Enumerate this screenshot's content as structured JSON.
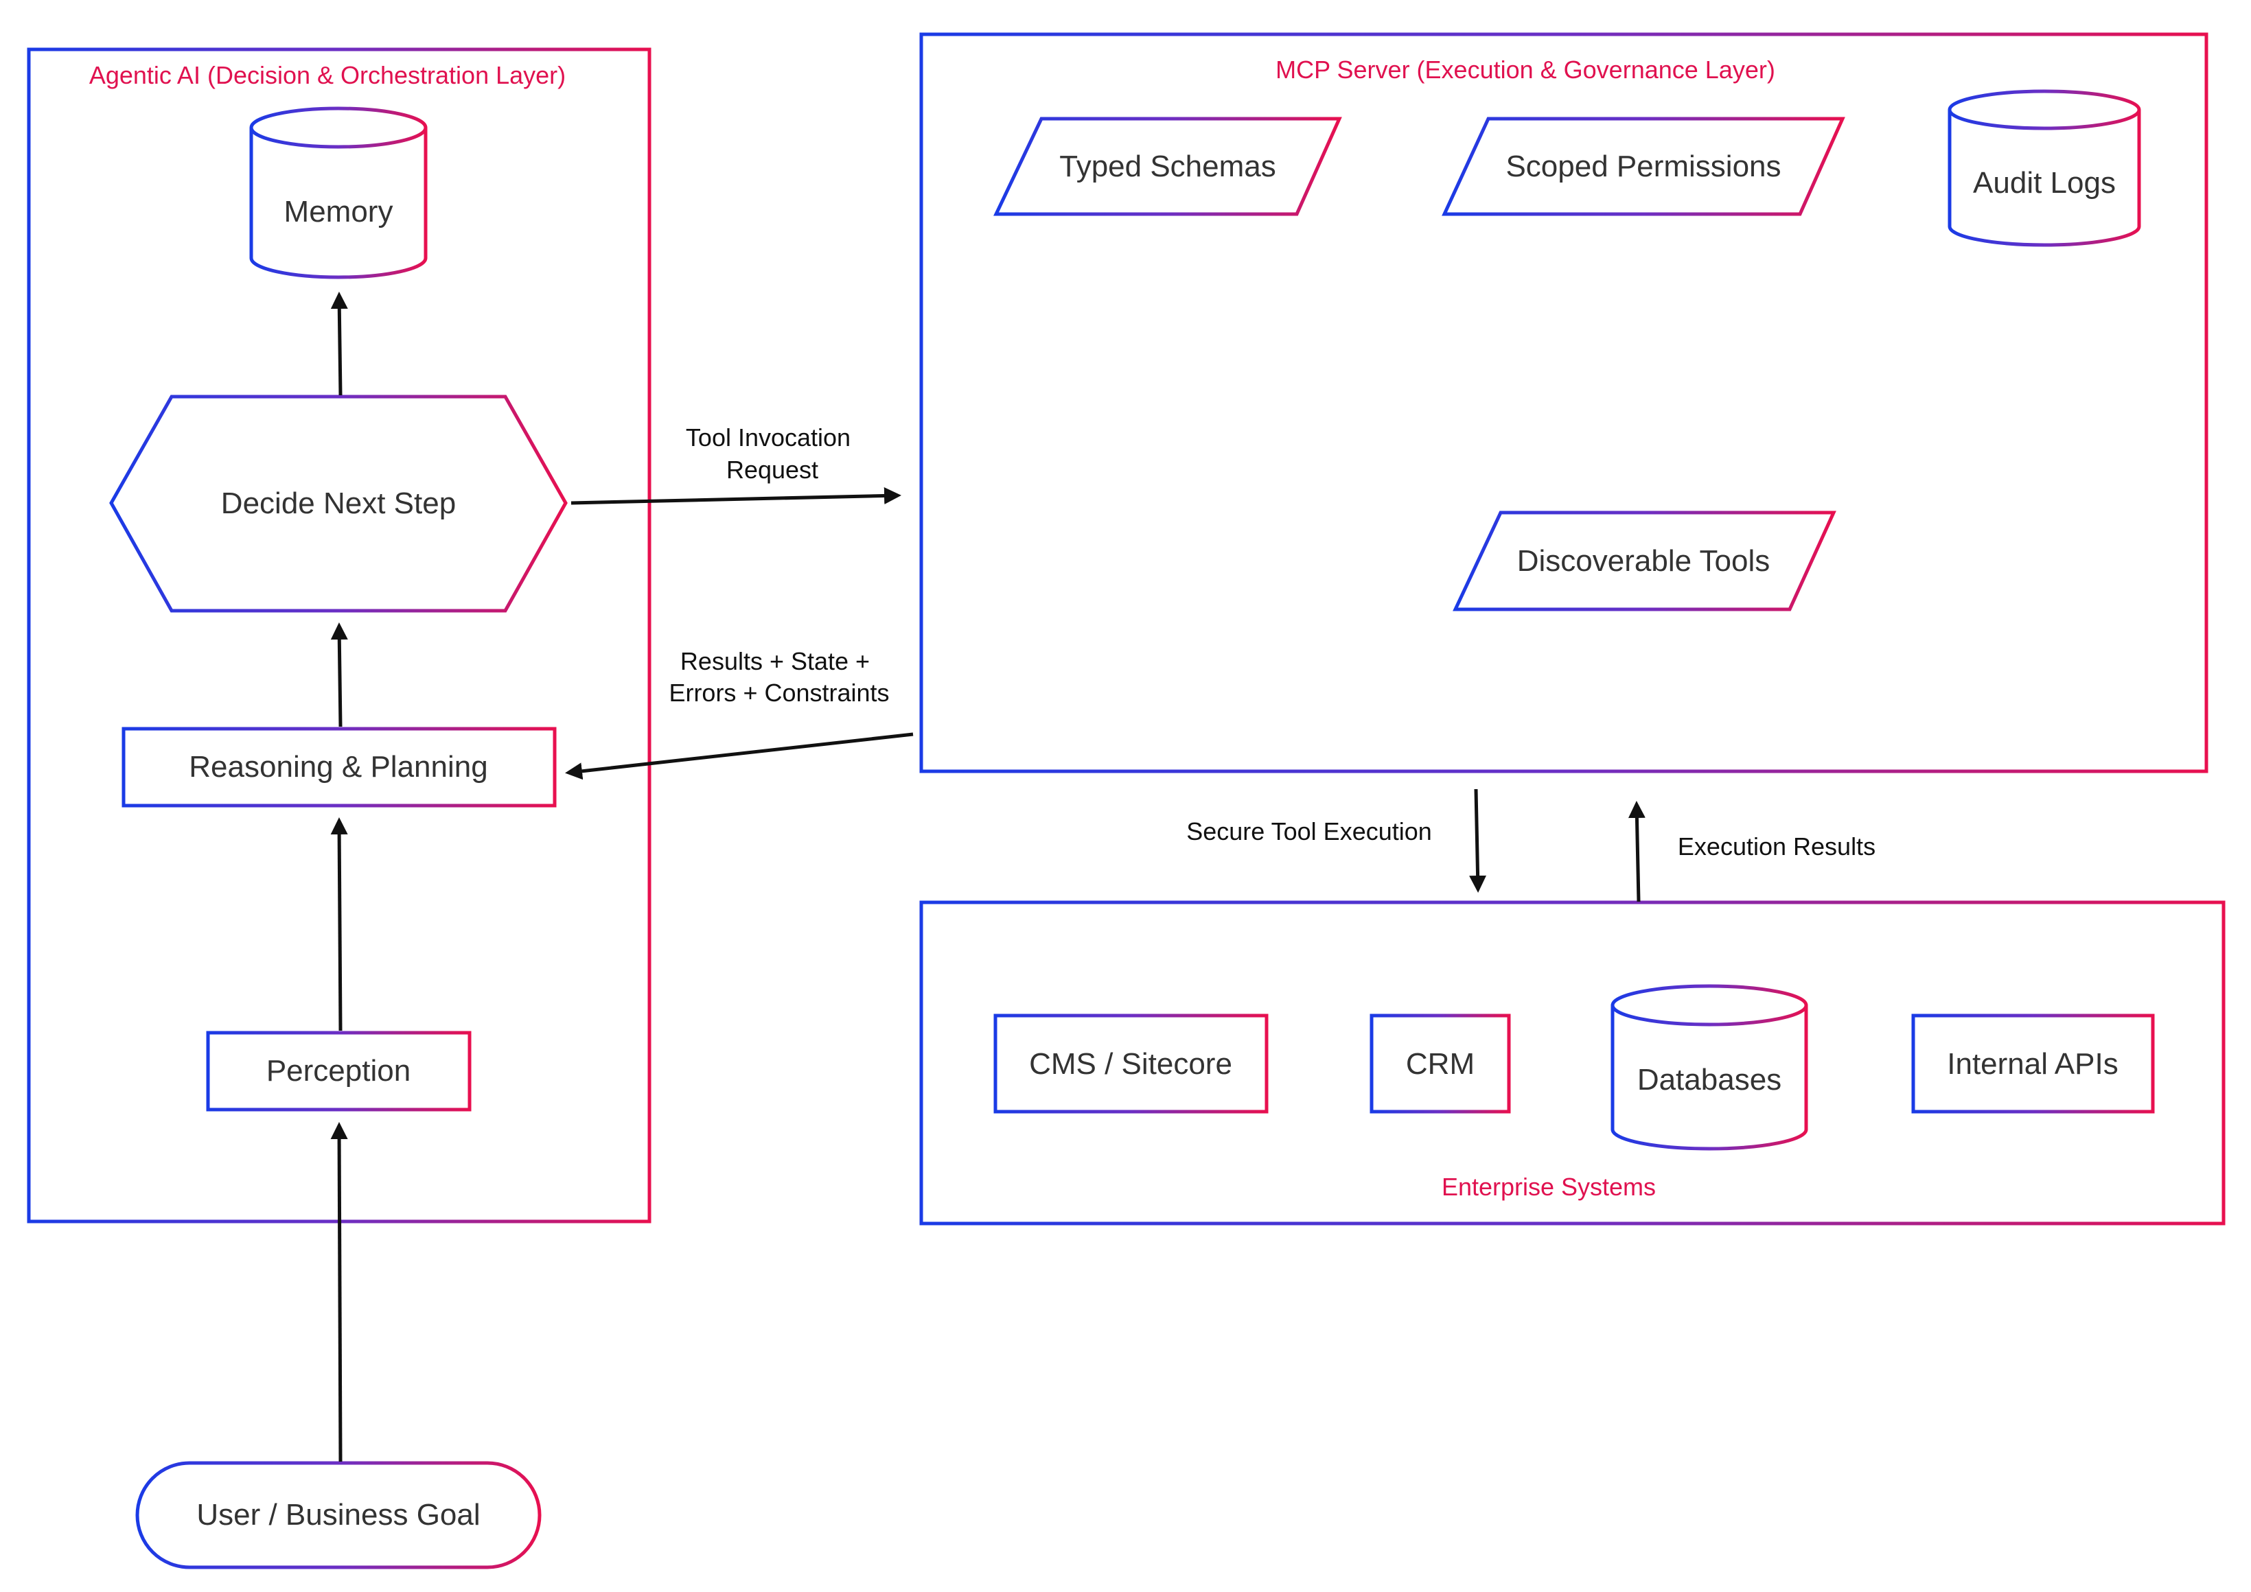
{
  "colors": {
    "gradient_start": "#1a3be6",
    "gradient_mid": "#6b2fc4",
    "gradient_end": "#e8104f",
    "group_title": "#e0114f",
    "node_text": "#333333",
    "edge": "#111111"
  },
  "groups": {
    "agentic": {
      "title": "Agentic AI (Decision & Orchestration Layer)"
    },
    "mcp": {
      "title": "MCP Server (Execution & Governance Layer)"
    },
    "enterprise": {
      "title": "Enterprise Systems"
    }
  },
  "nodes": {
    "memory": "Memory",
    "decide": "Decide Next Step",
    "reasoning": "Reasoning & Planning",
    "perception": "Perception",
    "user_goal": "User / Business Goal",
    "typed_schemas": "Typed Schemas",
    "scoped_permissions": "Scoped Permissions",
    "audit_logs": "Audit Logs",
    "discoverable_tools": "Discoverable Tools",
    "cms": "CMS / Sitecore",
    "crm": "CRM",
    "databases": "Databases",
    "internal_apis": "Internal APIs"
  },
  "edges": {
    "tool_invocation": [
      "Tool Invocation",
      "Request"
    ],
    "results": [
      "Results + State +",
      "Errors + Constraints"
    ],
    "secure_execution": "Secure Tool Execution",
    "execution_results": "Execution Results"
  }
}
